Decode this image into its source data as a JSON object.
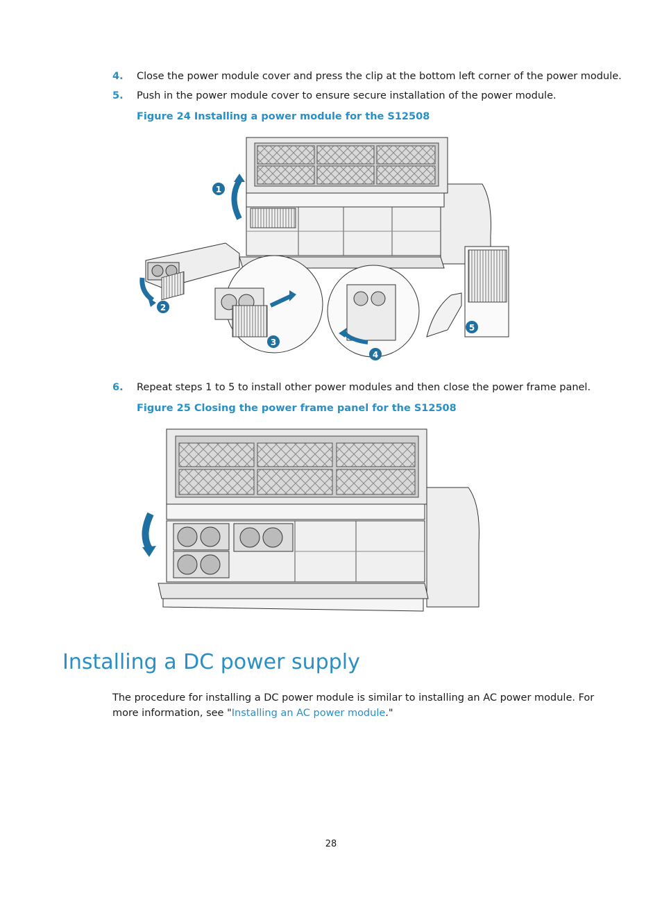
{
  "steps_top": [
    {
      "num": "4.",
      "text": "Close the power module cover and press the clip at the bottom left corner of the power module."
    },
    {
      "num": "5.",
      "text": "Push in the power module cover to ensure secure installation of the power module."
    }
  ],
  "figure24": {
    "caption": "Figure 24 Installing a power module for the S12508",
    "callouts": [
      "1",
      "2",
      "3",
      "4",
      "5"
    ]
  },
  "step6": {
    "num": "6.",
    "text": "Repeat steps 1 to 5 to install other power modules and then close the power frame panel."
  },
  "figure25": {
    "caption": "Figure 25 Closing the power frame panel for the S12508"
  },
  "section": {
    "heading": "Installing a DC power supply",
    "para_before": "The procedure for installing a DC power module is similar to installing an AC power module. For more information, see \"",
    "link_text": "Installing an AC power module",
    "para_after": ".\""
  },
  "page_number": "28",
  "colors": {
    "accent": "#2a8fc4",
    "text": "#1a1a1a",
    "line_art": "#333333"
  }
}
